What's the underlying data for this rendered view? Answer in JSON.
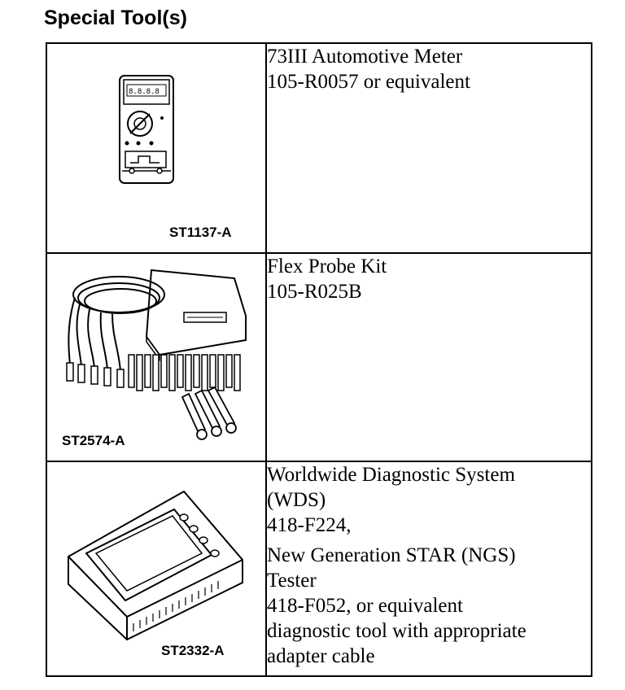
{
  "heading": "Special Tool(s)",
  "tools": [
    {
      "figure_id": "ST1137-A",
      "icon": "multimeter-icon",
      "lines": [
        "73III Automotive Meter",
        "105-R0057 or equivalent"
      ]
    },
    {
      "figure_id": "ST2574-A",
      "icon": "probe-kit-icon",
      "lines": [
        "Flex Probe Kit",
        "105-R025B"
      ]
    },
    {
      "figure_id": "ST2332-A",
      "icon": "diagnostic-tester-icon",
      "lines": [
        "Worldwide Diagnostic System",
        "(WDS)",
        "418-F224,"
      ],
      "lines2": [
        "New Generation STAR (NGS)",
        "Tester",
        "418-F052, or equivalent",
        "diagnostic tool with appropriate",
        "adapter cable"
      ]
    }
  ]
}
